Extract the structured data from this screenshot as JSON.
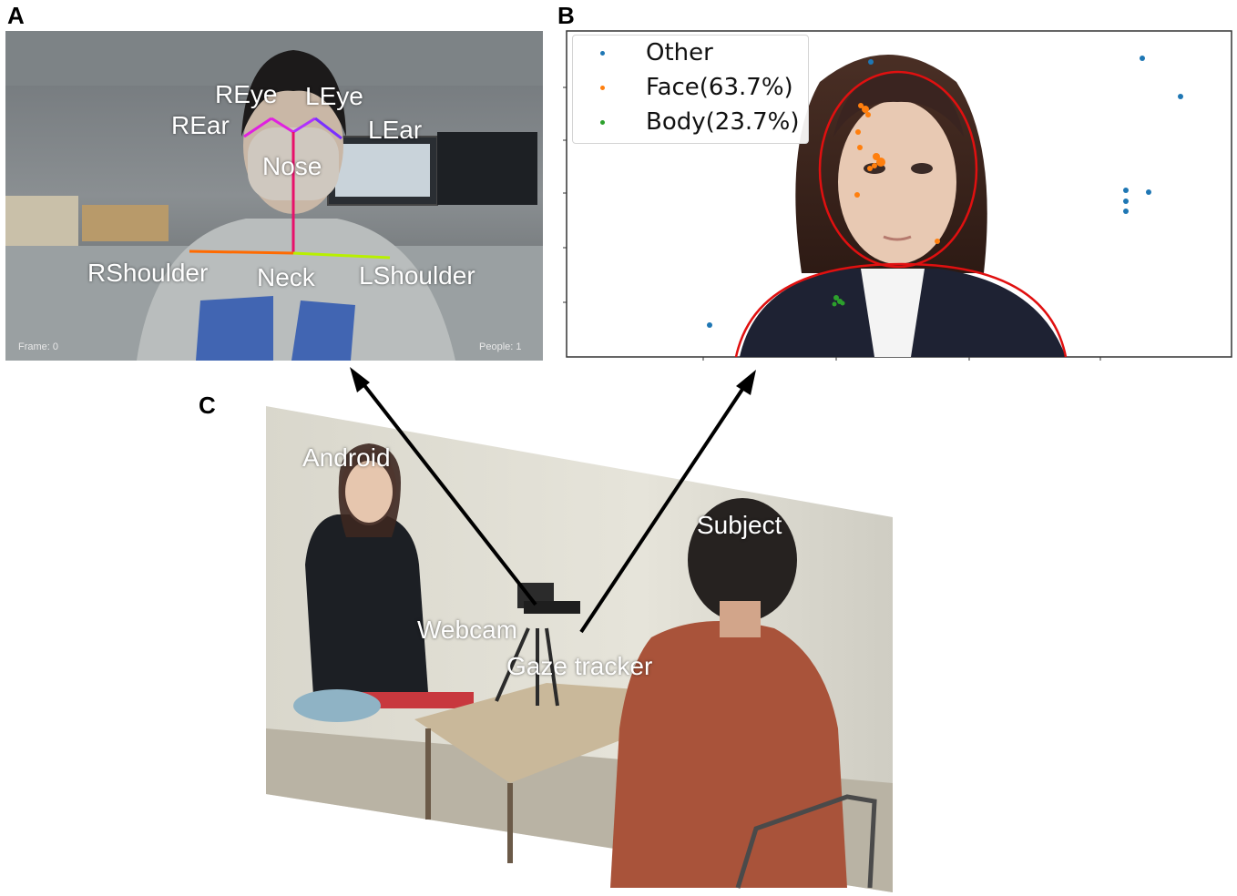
{
  "panels": {
    "a": {
      "letter": "A"
    },
    "b": {
      "letter": "B"
    },
    "c": {
      "letter": "C"
    }
  },
  "panel_a": {
    "keypoints": {
      "reye": "REye",
      "leye": "LEye",
      "rear": "REar",
      "lear": "LEar",
      "nose": "Nose",
      "rshoulder": "RShoulder",
      "neck": "Neck",
      "lshoulder": "LShoulder"
    },
    "frame_label": "Frame: 0",
    "people_label": "People: 1",
    "colors": {
      "right_head": "#e020e0",
      "left_head": "#7a30ff",
      "spine": "#e8106a",
      "right_shoulder": "#ff6a00",
      "left_shoulder": "#b8f000"
    }
  },
  "panel_b": {
    "legend": [
      {
        "label": "Other",
        "color": "#1f77b4"
      },
      {
        "label": "Face(63.7%)",
        "color": "#ff7f0e"
      },
      {
        "label": "Body(23.7%)",
        "color": "#2ca02c"
      }
    ],
    "ellipse_color": "#e01010"
  },
  "panel_c": {
    "labels": {
      "android": "Android",
      "subject": "Subject",
      "webcam": "Webcam",
      "gaze_tracker": "Gaze tracker"
    }
  },
  "arrows": {
    "color": "#000000"
  }
}
